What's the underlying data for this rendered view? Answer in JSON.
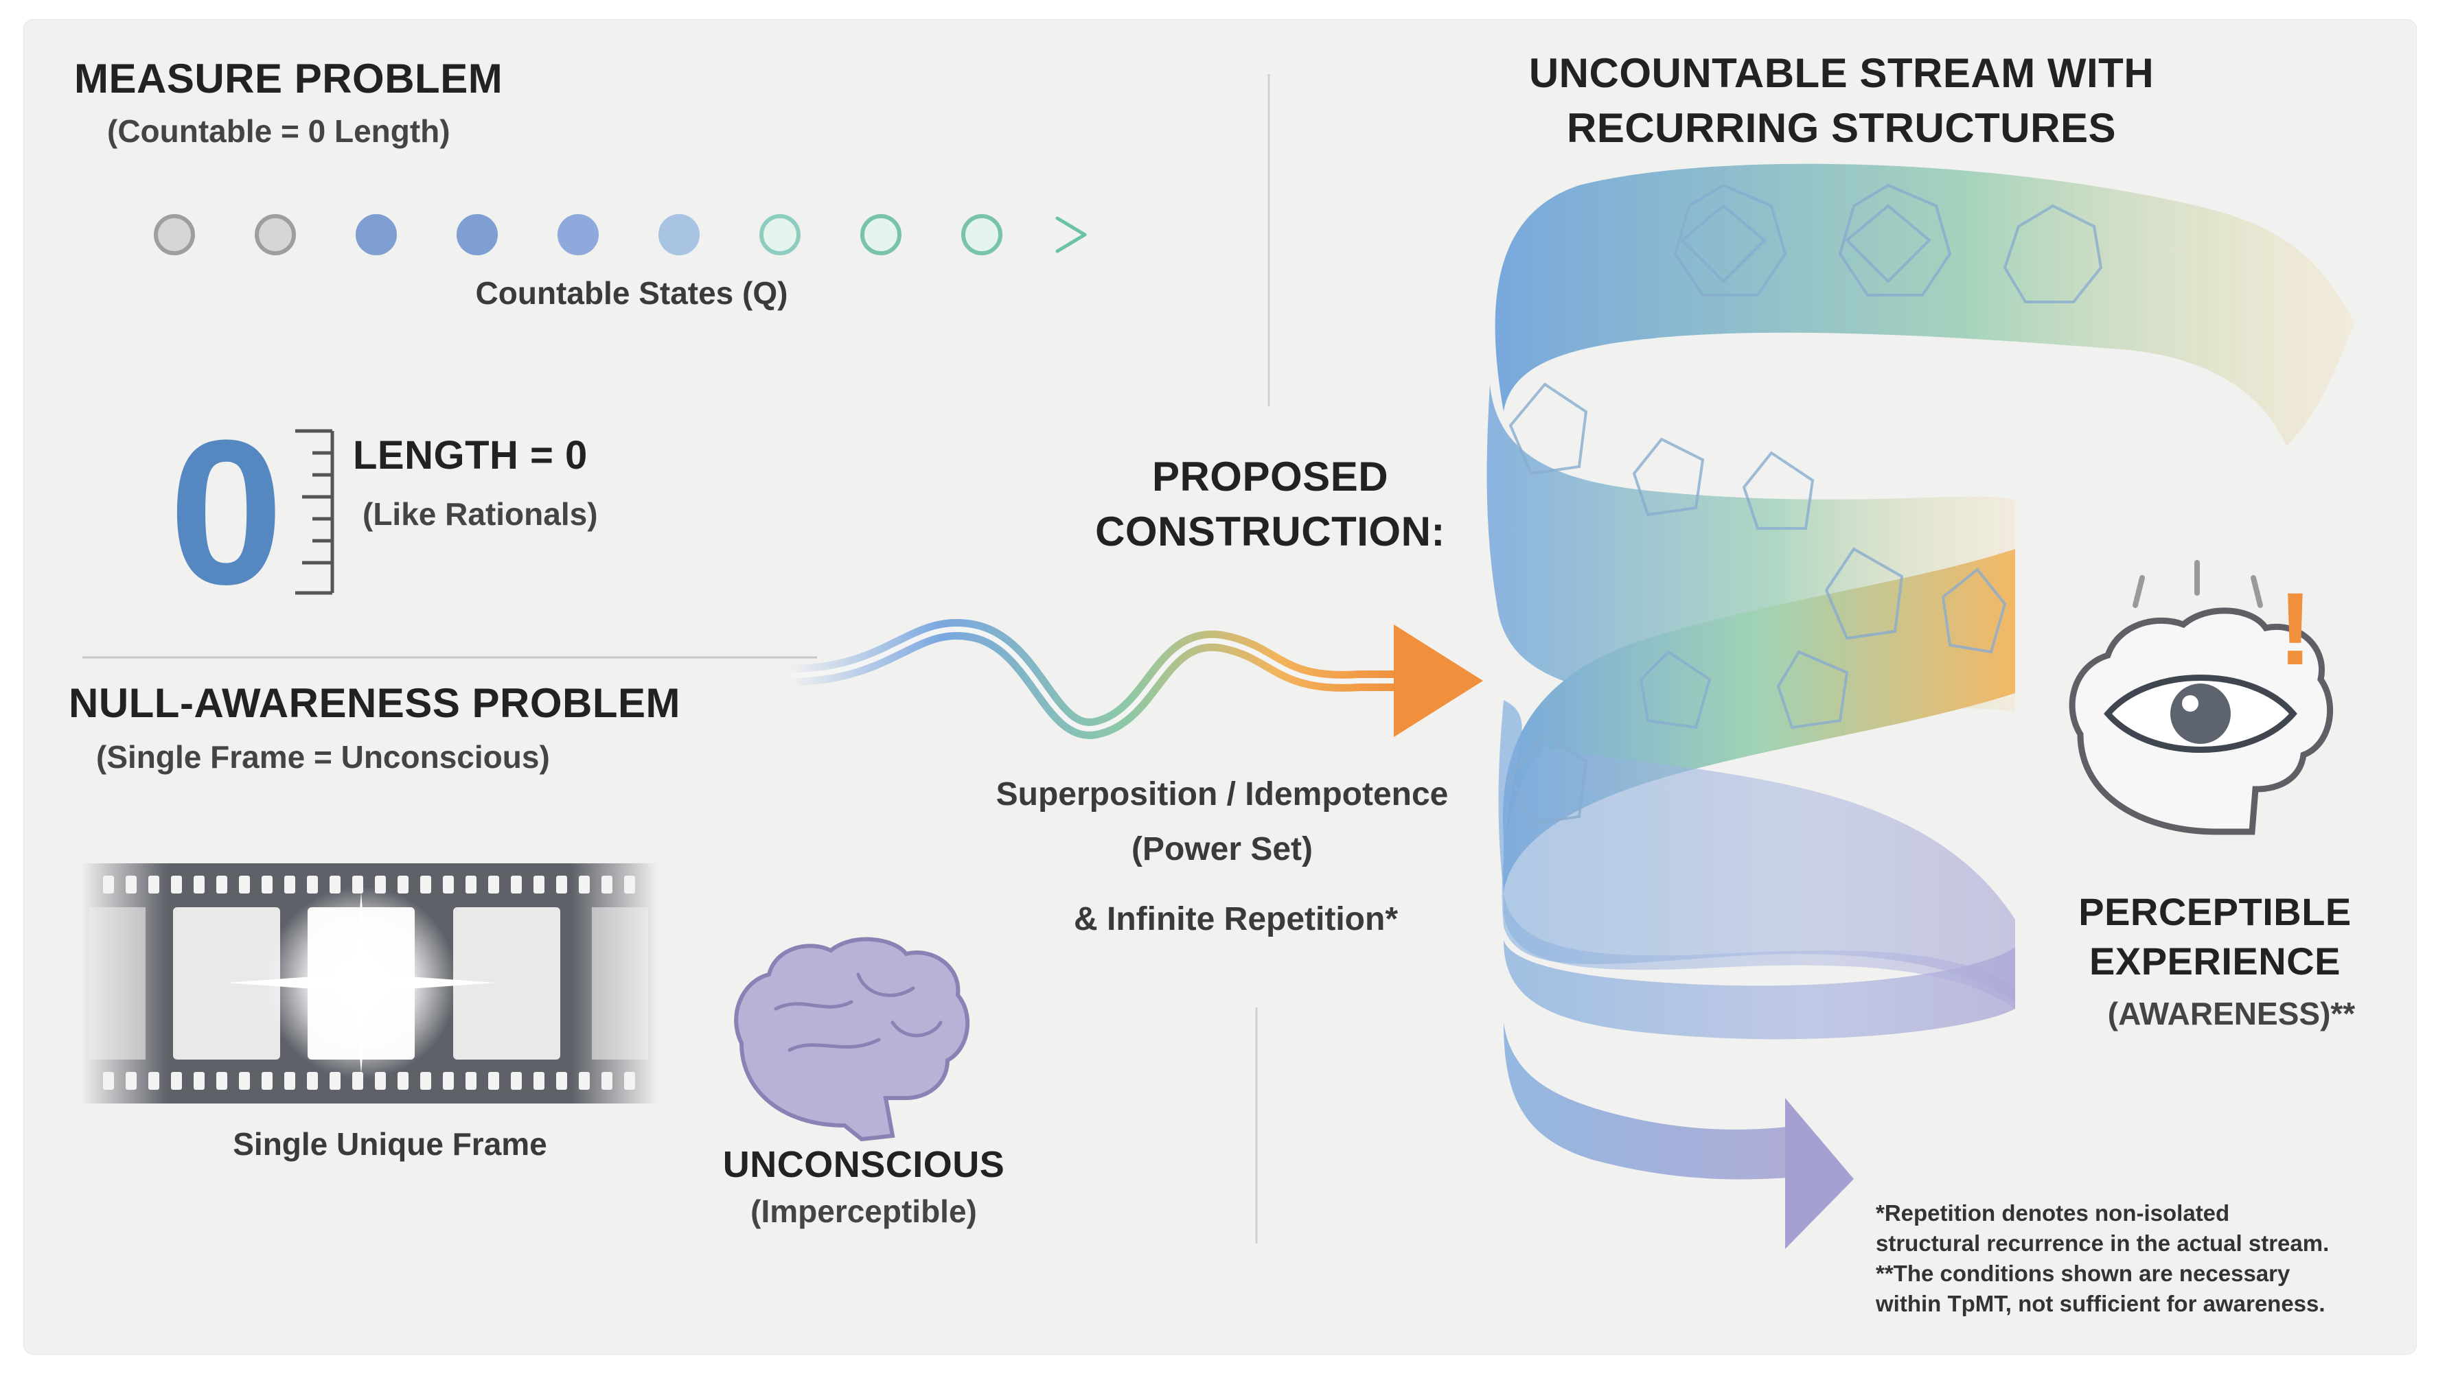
{
  "measure": {
    "title": "MEASURE PROBLEM",
    "subtitle": "(Countable = 0 Length)",
    "states_label": "Countable States (Q)",
    "zero_glyph": "0",
    "length_title": "LENGTH = 0",
    "length_sub": "(Like Rationals)",
    "dot_colors": [
      "#b9b9b9",
      "#b9b9b9",
      "#7f9fd2",
      "#7f9fd2",
      "#8fa9dc",
      "#a9c3e3",
      "#8ccdbf",
      "#79c3ab",
      "#79c3ab"
    ]
  },
  "null_awareness": {
    "title": "NULL-AWARENESS PROBLEM",
    "subtitle": "(Single Frame = Unconscious)",
    "frame_label": "Single Unique Frame",
    "unconscious_title": "UNCONSCIOUS",
    "unconscious_sub": "(Imperceptible)"
  },
  "construction": {
    "title_line1": "PROPOSED",
    "title_line2": "CONSTRUCTION:",
    "line1": "Superposition / Idempotence",
    "line2": "(Power Set)",
    "line3": "& Infinite Repetition*"
  },
  "stream": {
    "title_line1": "UNCOUNTABLE STREAM WITH",
    "title_line2": "RECURRING STRUCTURES"
  },
  "perceptible": {
    "line1": "PERCEPTIBLE",
    "line2": "EXPERIENCE",
    "line3": "(AWARENESS)**",
    "exclaim": "!"
  },
  "footnotes": [
    "*Repetition denotes non-isolated",
    "structural recurrence in the actual stream.",
    "**The conditions shown are necessary",
    "within TpMT, not sufficient for awareness."
  ],
  "colors": {
    "blue": "#5b8fc7",
    "green": "#7cc4a6",
    "orange": "#f08f3c",
    "purple": "#9a96cc"
  }
}
